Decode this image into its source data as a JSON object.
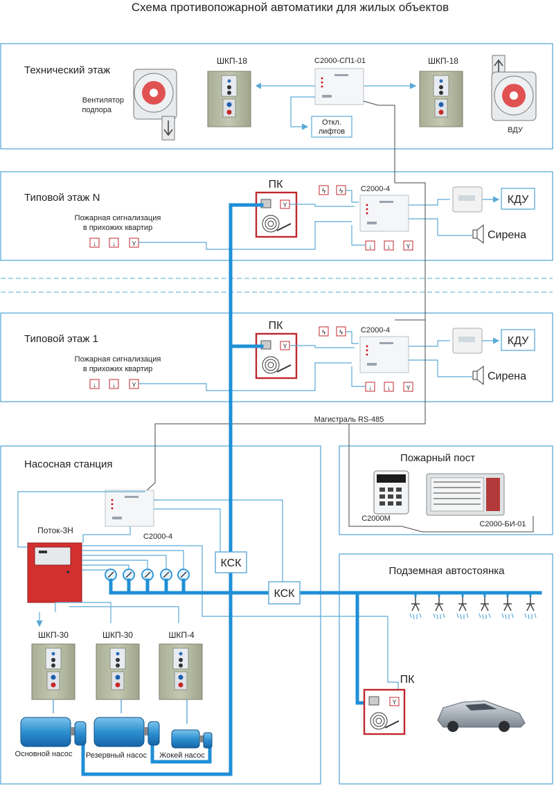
{
  "title": "Схема противопожарной автоматики для жилых объектов",
  "colors": {
    "frame": "#5aa9d6",
    "pipe": "#1f8fd6",
    "line": "#555555",
    "red": "#c0262d",
    "cabinet": "#b9bda5",
    "panel_red": "#d32f2f"
  },
  "tech_floor": {
    "title": "Технический этаж",
    "fan_label_1": "Вентилятор",
    "fan_label_2": "подпора",
    "shkp_left": "ШКП-18",
    "sp1": "С2000-СП1-01",
    "shkp_right": "ШКП-18",
    "elevators_1": "Откл.",
    "elevators_2": "лифтов",
    "vdu": "ВДУ"
  },
  "floor_n": {
    "title": "Типовой этаж N",
    "alarm_1": "Пожарная сигнализация",
    "alarm_2": "в прихожих квартир",
    "pk": "ПК",
    "controller": "С2000-4",
    "kdu": "КДУ",
    "siren": "Сирена"
  },
  "floor_1": {
    "title": "Типовой этаж 1",
    "alarm_1": "Пожарная сигнализация",
    "alarm_2": "в прихожих квартир",
    "pk": "ПК",
    "controller": "С2000-4",
    "kdu": "КДУ",
    "siren": "Сирена"
  },
  "rs485": "Магистраль RS-485",
  "pump_station": {
    "title": "Насосная станция",
    "controller": "С2000-4",
    "potok": "Поток-3Н",
    "ksk_1": "КСК",
    "ksk_2": "КСК",
    "shkp30_a": "ШКП-30",
    "shkp30_b": "ШКП-30",
    "shkp4": "ШКП-4",
    "pump_main": "Основной насос",
    "pump_reserve": "Резервный насос",
    "pump_jockey": "Жокей насос"
  },
  "fire_post": {
    "title": "Пожарный пост",
    "c2000m": "С2000М",
    "bi01": "С2000-БИ-01"
  },
  "parking": {
    "title": "Подземная автостоянка",
    "pk": "ПК"
  },
  "glyphs": {
    "heat_detector": "↓",
    "manual_point": "Y",
    "lightning": "ϟ"
  }
}
